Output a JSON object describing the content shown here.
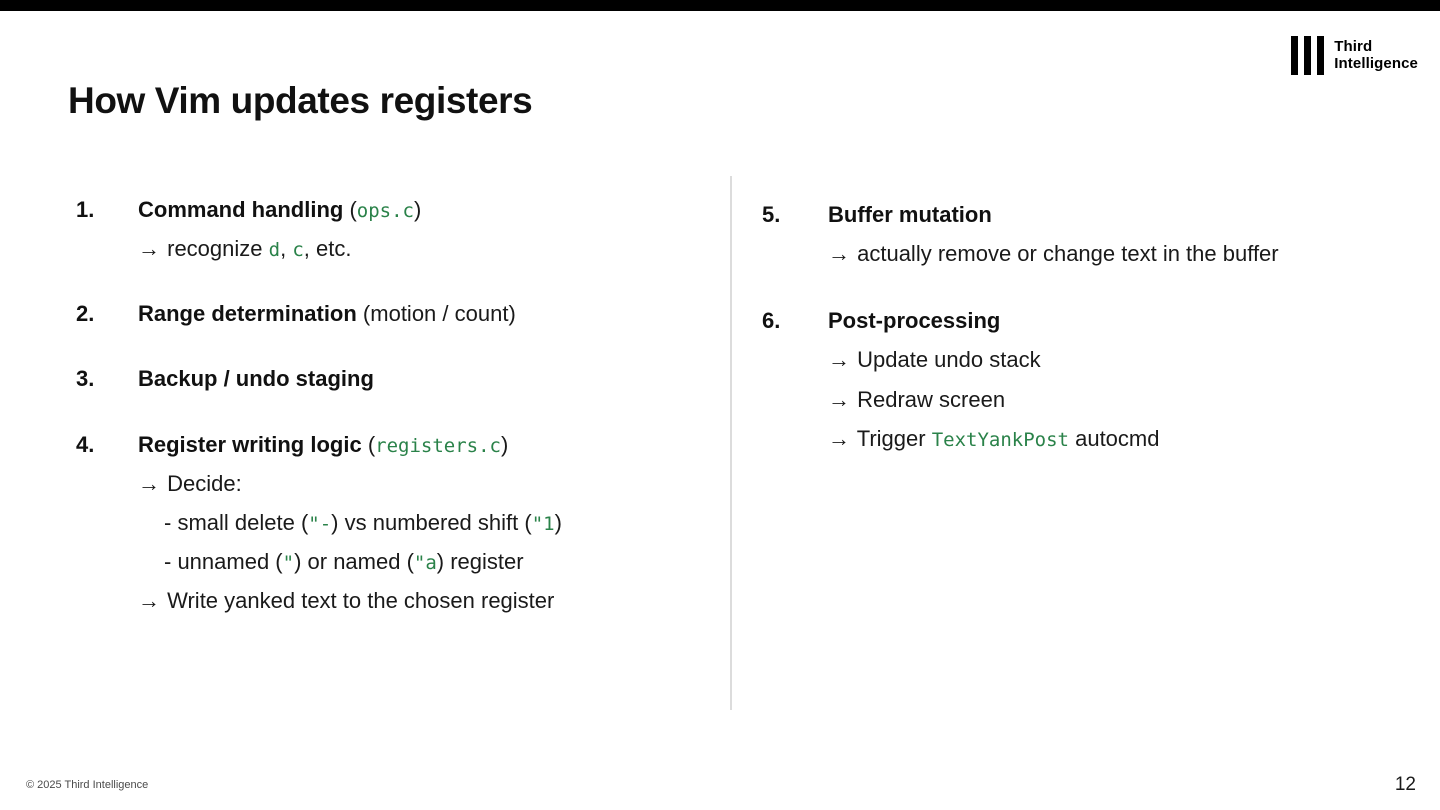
{
  "slide": {
    "title": "How Vim updates registers",
    "page_number": "12",
    "copyright": "© 2025 Third Intelligence",
    "accent_code_color": "#2a8249",
    "divider_color": "#dcdcdc",
    "top_bar_color": "#000000"
  },
  "brand": {
    "line1": "Third",
    "line2": "Intelligence",
    "mark": "three-vertical-bars"
  },
  "left_column": [
    {
      "number": "1.",
      "head_bold": "Command handling",
      "head_open": " (",
      "head_code": "ops.c",
      "head_close": ")",
      "lines": [
        {
          "arrow": "→",
          "pre": " recognize ",
          "code1": "d",
          "mid": ", ",
          "code2": "c",
          "post": ", etc."
        }
      ]
    },
    {
      "number": "2.",
      "head_bold": "Range determination",
      "head_plain": " (motion / count)",
      "lines": []
    },
    {
      "number": "3.",
      "head_bold": "Backup / undo staging",
      "lines": []
    },
    {
      "number": "4.",
      "head_bold": "Register writing logic",
      "head_open": " (",
      "head_code": "registers.c",
      "head_close": ")",
      "lines": [
        {
          "arrow": "→",
          "text": " Decide:"
        }
      ],
      "sub_lines": [
        {
          "dash": "- small delete (",
          "code1": "\"-",
          "mid": ") vs numbered shift (",
          "code2": "\"1",
          "post": ")"
        },
        {
          "dash": "- unnamed (",
          "code1": "\"",
          "mid": ") or named (",
          "code2": "\"a",
          "post": ") register"
        }
      ],
      "tail_lines": [
        {
          "arrow": "→",
          "text": " Write yanked text to the chosen register"
        }
      ]
    }
  ],
  "right_column": [
    {
      "number": "5.",
      "head_bold": "Buffer mutation",
      "lines": [
        {
          "arrow": "→",
          "text": " actually remove or change text in the buffer"
        }
      ]
    },
    {
      "number": "6.",
      "head_bold": "Post-processing",
      "lines": [
        {
          "arrow": "→",
          "text": " Update undo stack"
        },
        {
          "arrow": "→",
          "text": " Redraw screen"
        }
      ],
      "code_line": {
        "arrow": "→",
        "pre": " Trigger ",
        "code": "TextYankPost",
        "post": " autocmd"
      }
    }
  ]
}
